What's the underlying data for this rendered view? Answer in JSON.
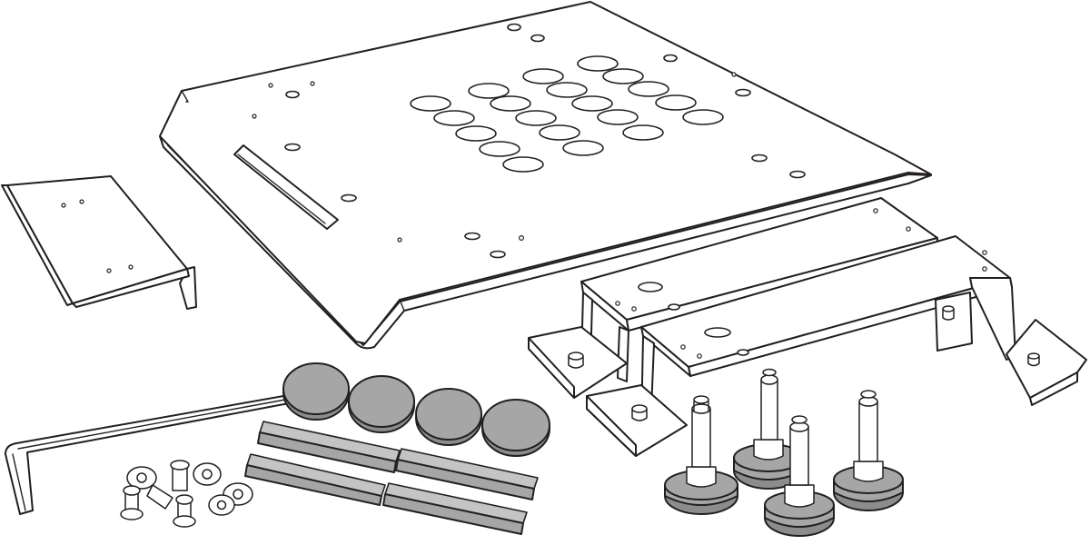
{
  "diagram": {
    "components": [
      {
        "id": "base-plate",
        "kind": "perforated-tray"
      },
      {
        "id": "small-angle-bracket",
        "kind": "bracket"
      },
      {
        "id": "rear-mount-bracket",
        "kind": "bracket"
      },
      {
        "id": "front-mount-bracket",
        "kind": "bracket"
      },
      {
        "id": "hex-key",
        "kind": "tool"
      },
      {
        "id": "rubber-pads",
        "kind": "pad",
        "count": 4
      },
      {
        "id": "foam-strips",
        "kind": "strip",
        "count": 4
      },
      {
        "id": "screws",
        "kind": "fastener"
      },
      {
        "id": "leveling-feet",
        "kind": "foot",
        "count": 4
      }
    ],
    "colors": {
      "outline": "#231f20",
      "fill": "#ffffff",
      "rubber": "#a6a6a6",
      "rubber_dark": "#8c8c8c"
    }
  }
}
